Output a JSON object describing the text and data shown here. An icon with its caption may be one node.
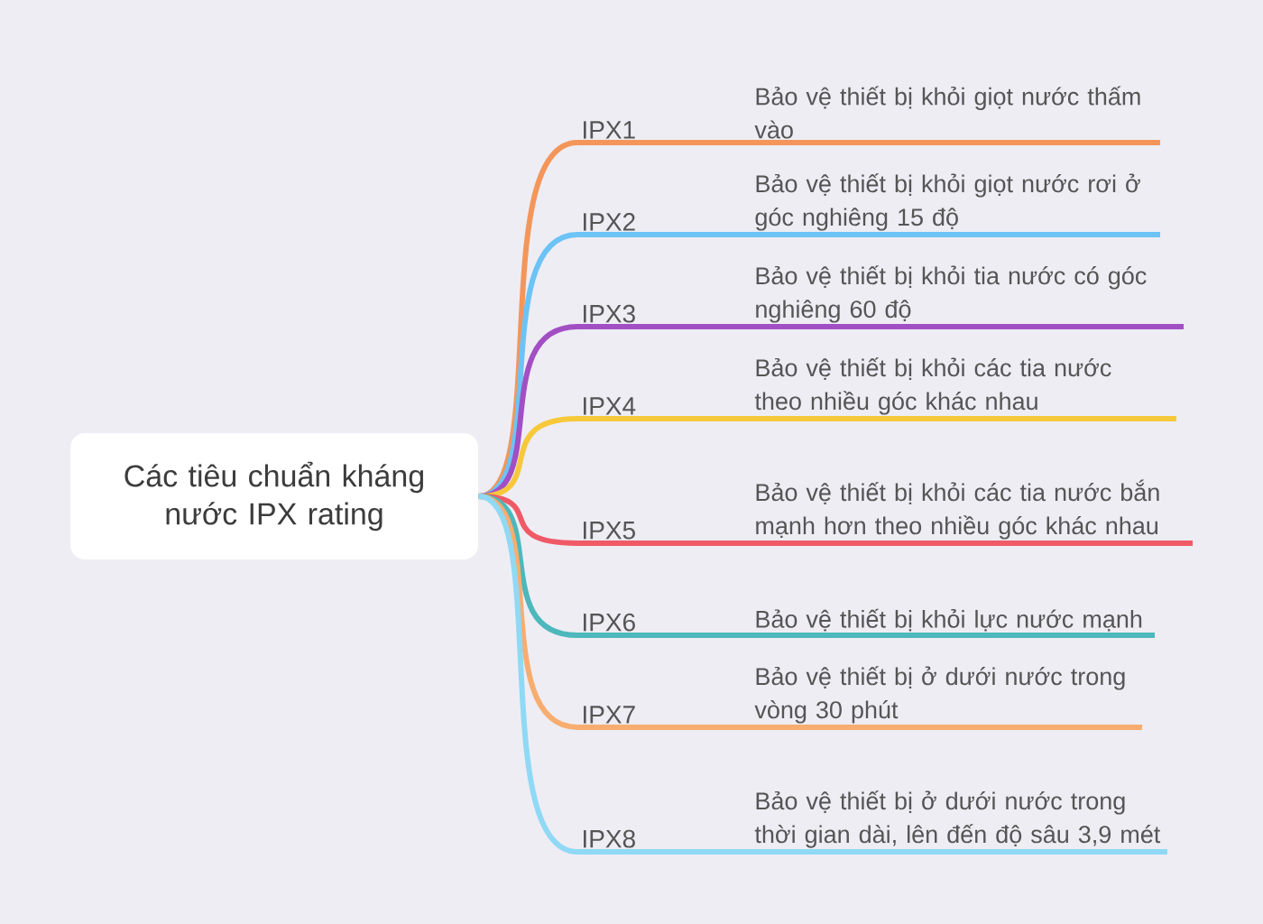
{
  "diagram": {
    "nodes": [
      {
        "text": [
          "Các tiêu chuẩn kháng nước IPX rating"
        ]
      },
      {
        "text": [
          "IPX1"
        ]
      },
      {
        "text": [
          "IPX2"
        ]
      },
      {
        "text": [
          "IPX3"
        ]
      },
      {
        "text": [
          "IPX4"
        ]
      },
      {
        "text": [
          "IPX5"
        ]
      },
      {
        "text": [
          "IPX6"
        ]
      },
      {
        "text": [
          "IPX7"
        ]
      },
      {
        "text": [
          "IPX8"
        ]
      },
      {
        "text": [
          "Bảo vệ thiết bị khỏi giọt nước thấm vào"
        ]
      },
      {
        "text": [
          "Bảo vệ thiết bị khỏi giọt nước rơi ở góc nghiêng 15 độ"
        ]
      },
      {
        "text": [
          "Bảo vệ thiết bị khỏi tia nước có góc nghiêng 60 độ"
        ]
      },
      {
        "text": [
          "Bảo vệ thiết bị khỏi các tia nước theo nhiều góc khác nhau"
        ]
      },
      {
        "text": [
          "Bảo vệ thiết bị khỏi các tia nước bắn mạnh hơn theo nhiều góc khác nhau"
        ]
      },
      {
        "text": [
          "Bảo vệ thiết bị khỏi lực nước mạnh"
        ]
      },
      {
        "text": [
          "Bảo vệ thiết bị ở dưới nước trong vòng 30 phút"
        ]
      },
      {
        "text": [
          "Bảo vệ thiết bị ở dưới nước trong thời gian dài, lên đến độ sâu 3,9 mét"
        ]
      }
    ],
    "edges": [
      {
        "from": 0,
        "to": 1,
        "arrow": "none",
        "color": "#f4965a"
      },
      {
        "from": 0,
        "to": 2,
        "arrow": "none",
        "color": "#6cc3f5"
      },
      {
        "from": 0,
        "to": 3,
        "arrow": "none",
        "color": "#a34fc4"
      },
      {
        "from": 0,
        "to": 4,
        "arrow": "none",
        "color": "#f7c93a"
      },
      {
        "from": 0,
        "to": 5,
        "arrow": "none",
        "color": "#f05a66"
      },
      {
        "from": 0,
        "to": 6,
        "arrow": "none",
        "color": "#4db8bb"
      },
      {
        "from": 0,
        "to": 7,
        "arrow": "none",
        "color": "#f8ad70"
      },
      {
        "from": 0,
        "to": 8,
        "arrow": "none",
        "color": "#8fd9f5"
      },
      {
        "from": 1,
        "to": 9,
        "arrow": "none",
        "color": "#f4965a"
      },
      {
        "from": 2,
        "to": 10,
        "arrow": "none",
        "color": "#6cc3f5"
      },
      {
        "from": 3,
        "to": 11,
        "arrow": "none",
        "color": "#a34fc4"
      },
      {
        "from": 4,
        "to": 12,
        "arrow": "none",
        "color": "#f7c93a"
      },
      {
        "from": 5,
        "to": 13,
        "arrow": "none",
        "color": "#f05a66"
      },
      {
        "from": 6,
        "to": 14,
        "arrow": "none",
        "color": "#4db8bb"
      },
      {
        "from": 7,
        "to": 15,
        "arrow": "none",
        "color": "#f8ad70"
      },
      {
        "from": 8,
        "to": 16,
        "arrow": "none",
        "color": "#8fd9f5"
      }
    ]
  }
}
